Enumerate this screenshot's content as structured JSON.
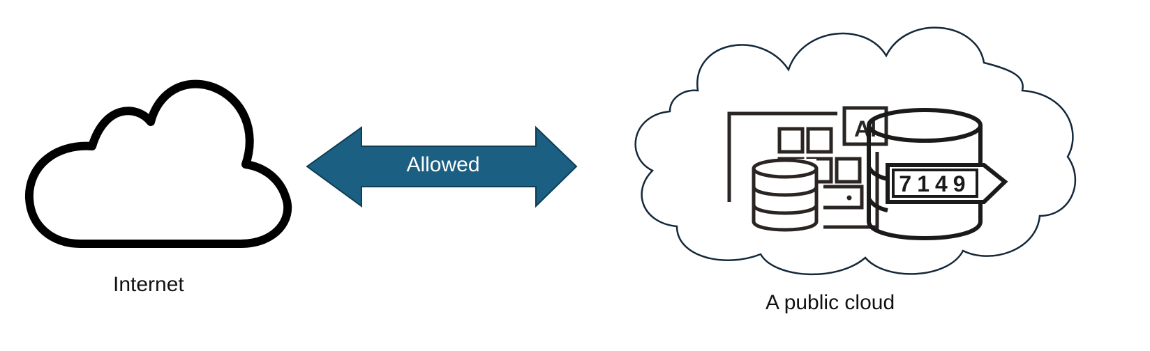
{
  "nodes": {
    "internet": {
      "label": "Internet"
    },
    "public_cloud": {
      "label": "A public cloud",
      "icons": {
        "ai_badge": "AI",
        "tag_number": "7149"
      }
    }
  },
  "edge": {
    "label": "Allowed",
    "direction": "bidirectional"
  },
  "colors": {
    "arrow": "#1b5f82",
    "arrow_border": "#0f3d55",
    "cloud_outline": "#14283a",
    "icon": "#222222"
  }
}
